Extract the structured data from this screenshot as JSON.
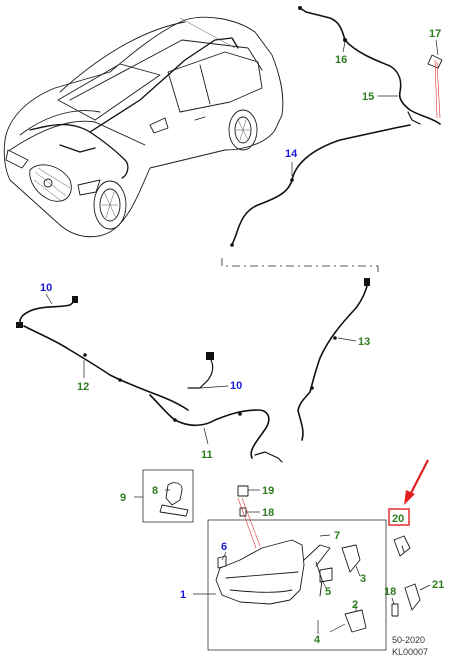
{
  "callouts": {
    "c1": {
      "text": "1",
      "color": "#1a1ad6"
    },
    "c2": {
      "text": "2",
      "color": "#2e7d1f"
    },
    "c3": {
      "text": "3",
      "color": "#2e7d1f"
    },
    "c4": {
      "text": "4",
      "color": "#2e7d1f"
    },
    "c5": {
      "text": "5",
      "color": "#2e7d1f"
    },
    "c6": {
      "text": "6",
      "color": "#1a1ad6"
    },
    "c7": {
      "text": "7",
      "color": "#2e7d1f"
    },
    "c8": {
      "text": "8",
      "color": "#2e7d1f"
    },
    "c9": {
      "text": "9",
      "color": "#2e7d1f"
    },
    "c10a": {
      "text": "10",
      "color": "#1a1ad6"
    },
    "c10b": {
      "text": "10",
      "color": "#1a1ad6"
    },
    "c11": {
      "text": "11",
      "color": "#2e7d1f"
    },
    "c12": {
      "text": "12",
      "color": "#2e7d1f"
    },
    "c13": {
      "text": "13",
      "color": "#2e7d1f"
    },
    "c14": {
      "text": "14",
      "color": "#1a1ad6"
    },
    "c15": {
      "text": "15",
      "color": "#2e7d1f"
    },
    "c16": {
      "text": "16",
      "color": "#2e7d1f"
    },
    "c17": {
      "text": "17",
      "color": "#2e7d1f"
    },
    "c18a": {
      "text": "18",
      "color": "#2e7d1f"
    },
    "c18b": {
      "text": "18",
      "color": "#2e7d1f"
    },
    "c19": {
      "text": "19",
      "color": "#2e7d1f"
    },
    "c20": {
      "text": "20",
      "color": "#2e7d1f"
    },
    "c21": {
      "text": "21",
      "color": "#2e7d1f"
    }
  },
  "highlight": {
    "target": "20",
    "box_color": "#e02020",
    "arrow_color": "#e02020"
  },
  "footer": {
    "date_code": "50-2020",
    "ref_code": "KL00007"
  },
  "icons": {
    "vehicle": "suv-vehicle-outline",
    "arrow": "red-pointer-arrow"
  }
}
